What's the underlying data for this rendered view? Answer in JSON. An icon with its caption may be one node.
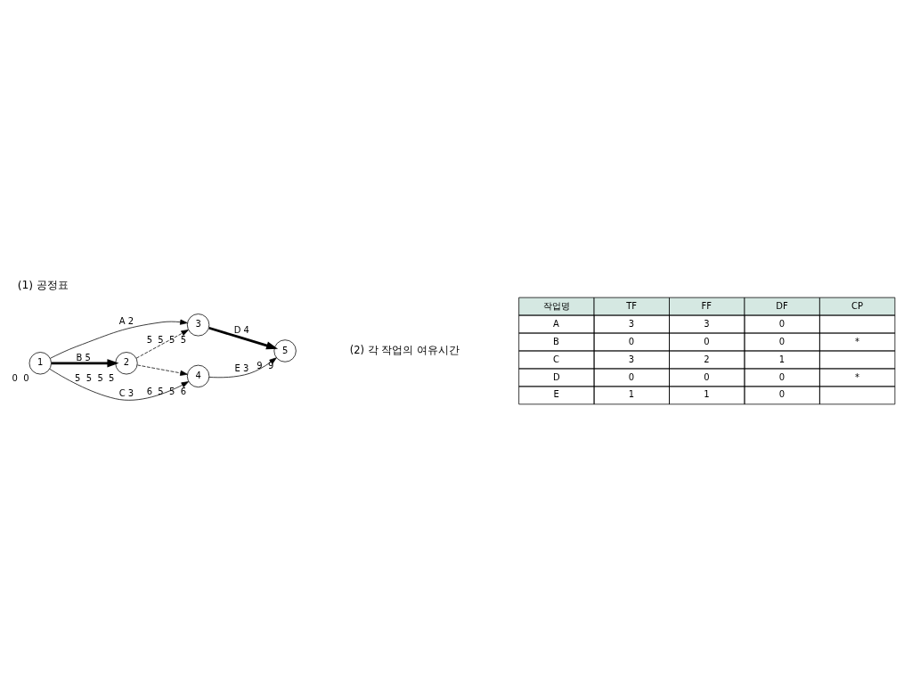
{
  "diagram": {
    "title": "(1) 공정표",
    "nodes": [
      {
        "text": [
          "1"
        ],
        "beside": [
          "0",
          "0"
        ]
      },
      {
        "text": [
          "2"
        ],
        "beside": [
          "5",
          "5",
          "5",
          "5"
        ]
      },
      {
        "text": [
          "3"
        ],
        "beside": [
          "5",
          "5",
          "5",
          "5"
        ]
      },
      {
        "text": [
          "4"
        ],
        "beside": [
          "6",
          "5",
          "5",
          "6"
        ]
      },
      {
        "text": [
          "5"
        ],
        "beside": [
          "9",
          "9"
        ]
      }
    ],
    "edges": [
      {
        "from": 0,
        "to": 2,
        "arrow": "to",
        "label": "A 2"
      },
      {
        "from": 0,
        "to": 1,
        "arrow": "to",
        "label": "B 5",
        "style": "thick"
      },
      {
        "from": 0,
        "to": 3,
        "arrow": "to",
        "label": "C 3"
      },
      {
        "from": 1,
        "to": 2,
        "arrow": "to",
        "style": "dashed"
      },
      {
        "from": 1,
        "to": 3,
        "arrow": "to",
        "style": "dashed"
      },
      {
        "from": 2,
        "to": 4,
        "arrow": "to",
        "label": "D 4",
        "style": "thick"
      },
      {
        "from": 3,
        "to": 4,
        "arrow": "to",
        "label": "E 3"
      }
    ],
    "labels": [
      "(2) 각 작업의 여유시간",
      "작업명",
      "TF",
      "FF",
      "DF",
      "CP",
      "A",
      "3",
      "3",
      "0",
      "B",
      "0",
      "0",
      "0",
      "*",
      "C",
      "3",
      "2",
      "1",
      "D",
      "0",
      "0",
      "0",
      "*",
      "E",
      "1",
      "1",
      "0"
    ]
  }
}
